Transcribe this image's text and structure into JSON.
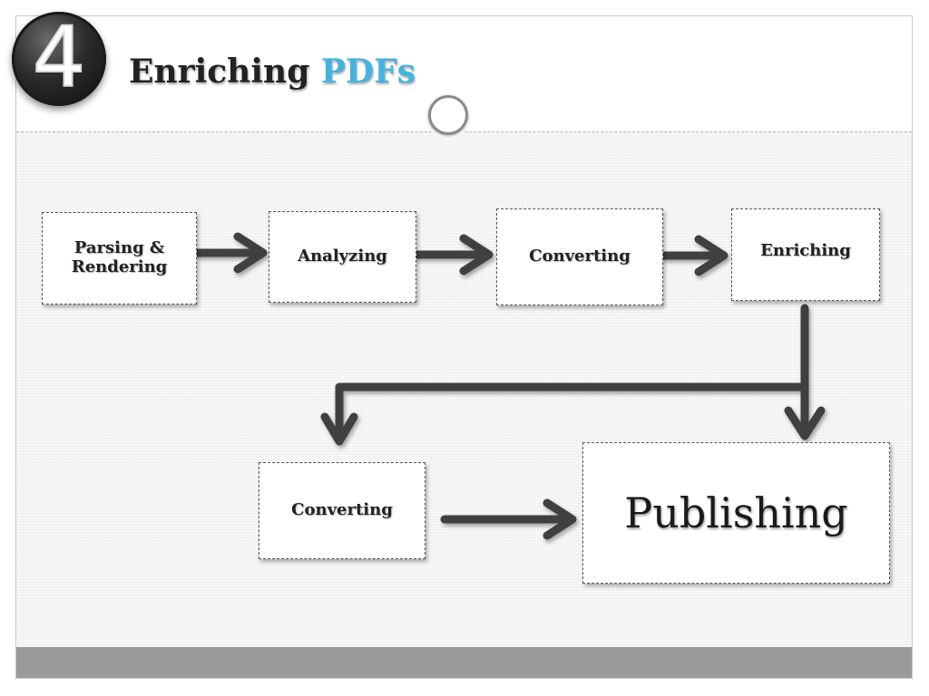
{
  "slide": {
    "number": "4",
    "title_main": "Enriching",
    "title_accent": "PDFs"
  },
  "diagram": {
    "nodes": {
      "parsing_line1": "Parsing &",
      "parsing_line2": "Rendering",
      "analyzing": "Analyzing",
      "converting_top": "Converting",
      "enriching": "Enriching",
      "converting_bottom": "Converting",
      "publishing": "Publishing"
    },
    "edges": [
      {
        "from": "Parsing & Rendering",
        "to": "Analyzing"
      },
      {
        "from": "Analyzing",
        "to": "Converting"
      },
      {
        "from": "Converting",
        "to": "Enriching"
      },
      {
        "from": "Enriching",
        "to": "Publishing"
      },
      {
        "from": "Enriching",
        "to": "Converting"
      },
      {
        "from": "Converting",
        "to": "Publishing"
      }
    ]
  },
  "colors": {
    "accent": "#45b3dd",
    "arrow": "#3f3f3f",
    "footer": "#9a9a9a"
  }
}
